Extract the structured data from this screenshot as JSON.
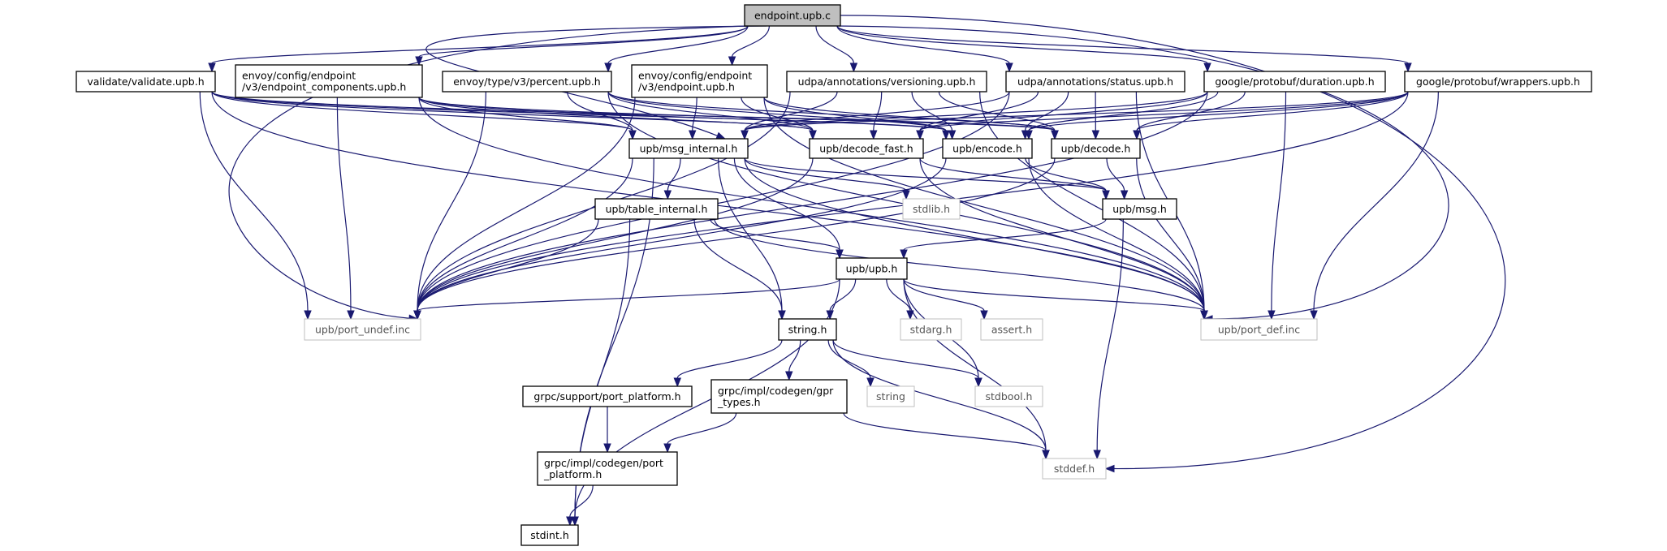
{
  "graph": {
    "edge_color": "#191970",
    "root_fill": "#bfbfbf",
    "external_border": "#bfbfbf",
    "nodes": [
      {
        "id": "root",
        "lines": [
          "endpoint.upb.c"
        ],
        "kind": "root"
      },
      {
        "id": "validate",
        "lines": [
          "validate/validate.upb.h"
        ],
        "kind": "file"
      },
      {
        "id": "components",
        "lines": [
          "envoy/config/endpoint",
          "/v3/endpoint_components.upb.h"
        ],
        "kind": "file"
      },
      {
        "id": "percent",
        "lines": [
          "envoy/type/v3/percent.upb.h"
        ],
        "kind": "file"
      },
      {
        "id": "endpointh",
        "lines": [
          "envoy/config/endpoint",
          "/v3/endpoint.upb.h"
        ],
        "kind": "file"
      },
      {
        "id": "versioning",
        "lines": [
          "udpa/annotations/versioning.upb.h"
        ],
        "kind": "file"
      },
      {
        "id": "status",
        "lines": [
          "udpa/annotations/status.upb.h"
        ],
        "kind": "file"
      },
      {
        "id": "duration",
        "lines": [
          "google/protobuf/duration.upb.h"
        ],
        "kind": "file"
      },
      {
        "id": "wrappers",
        "lines": [
          "google/protobuf/wrappers.upb.h"
        ],
        "kind": "file"
      },
      {
        "id": "msg_internal",
        "lines": [
          "upb/msg_internal.h"
        ],
        "kind": "file"
      },
      {
        "id": "decode_fast",
        "lines": [
          "upb/decode_fast.h"
        ],
        "kind": "file"
      },
      {
        "id": "encode",
        "lines": [
          "upb/encode.h"
        ],
        "kind": "file"
      },
      {
        "id": "decode",
        "lines": [
          "upb/decode.h"
        ],
        "kind": "file"
      },
      {
        "id": "table_internal",
        "lines": [
          "upb/table_internal.h"
        ],
        "kind": "file"
      },
      {
        "id": "stdlib",
        "lines": [
          "stdlib.h"
        ],
        "kind": "external"
      },
      {
        "id": "msg",
        "lines": [
          "upb/msg.h"
        ],
        "kind": "file"
      },
      {
        "id": "upb",
        "lines": [
          "upb/upb.h"
        ],
        "kind": "file"
      },
      {
        "id": "port_undef",
        "lines": [
          "upb/port_undef.inc"
        ],
        "kind": "external"
      },
      {
        "id": "string_h",
        "lines": [
          "string.h"
        ],
        "kind": "file"
      },
      {
        "id": "stdarg",
        "lines": [
          "stdarg.h"
        ],
        "kind": "external"
      },
      {
        "id": "assert",
        "lines": [
          "assert.h"
        ],
        "kind": "external"
      },
      {
        "id": "port_def",
        "lines": [
          "upb/port_def.inc"
        ],
        "kind": "external"
      },
      {
        "id": "support_pp",
        "lines": [
          "grpc/support/port_platform.h"
        ],
        "kind": "file"
      },
      {
        "id": "gpr_types",
        "lines": [
          "grpc/impl/codegen/gpr",
          "_types.h"
        ],
        "kind": "file"
      },
      {
        "id": "string",
        "lines": [
          "string"
        ],
        "kind": "external"
      },
      {
        "id": "stdbool",
        "lines": [
          "stdbool.h"
        ],
        "kind": "external"
      },
      {
        "id": "codegen_pp",
        "lines": [
          "grpc/impl/codegen/port",
          "_platform.h"
        ],
        "kind": "file"
      },
      {
        "id": "stddef",
        "lines": [
          "stddef.h"
        ],
        "kind": "external"
      },
      {
        "id": "stdint",
        "lines": [
          "stdint.h"
        ],
        "kind": "file"
      }
    ],
    "edges": [
      [
        "root",
        "validate"
      ],
      [
        "root",
        "components"
      ],
      [
        "root",
        "percent"
      ],
      [
        "root",
        "endpointh"
      ],
      [
        "root",
        "versioning"
      ],
      [
        "root",
        "status"
      ],
      [
        "root",
        "duration"
      ],
      [
        "root",
        "wrappers"
      ],
      [
        "root",
        "msg_internal"
      ],
      [
        "root",
        "port_undef"
      ],
      [
        "root",
        "port_def"
      ],
      [
        "root",
        "stddef"
      ],
      [
        "validate",
        "msg_internal"
      ],
      [
        "validate",
        "decode_fast"
      ],
      [
        "validate",
        "encode"
      ],
      [
        "validate",
        "decode"
      ],
      [
        "validate",
        "port_undef"
      ],
      [
        "validate",
        "port_def"
      ],
      [
        "components",
        "msg_internal"
      ],
      [
        "components",
        "decode_fast"
      ],
      [
        "components",
        "encode"
      ],
      [
        "components",
        "decode"
      ],
      [
        "components",
        "port_undef"
      ],
      [
        "components",
        "port_def"
      ],
      [
        "percent",
        "msg_internal"
      ],
      [
        "percent",
        "decode_fast"
      ],
      [
        "percent",
        "encode"
      ],
      [
        "percent",
        "decode"
      ],
      [
        "percent",
        "port_undef"
      ],
      [
        "percent",
        "port_def"
      ],
      [
        "endpointh",
        "msg_internal"
      ],
      [
        "endpointh",
        "decode_fast"
      ],
      [
        "endpointh",
        "encode"
      ],
      [
        "endpointh",
        "decode"
      ],
      [
        "endpointh",
        "port_undef"
      ],
      [
        "endpointh",
        "port_def"
      ],
      [
        "versioning",
        "msg_internal"
      ],
      [
        "versioning",
        "decode_fast"
      ],
      [
        "versioning",
        "encode"
      ],
      [
        "versioning",
        "decode"
      ],
      [
        "versioning",
        "port_undef"
      ],
      [
        "versioning",
        "port_def"
      ],
      [
        "status",
        "msg_internal"
      ],
      [
        "status",
        "decode_fast"
      ],
      [
        "status",
        "encode"
      ],
      [
        "status",
        "decode"
      ],
      [
        "status",
        "port_undef"
      ],
      [
        "status",
        "port_def"
      ],
      [
        "duration",
        "msg_internal"
      ],
      [
        "duration",
        "decode_fast"
      ],
      [
        "duration",
        "encode"
      ],
      [
        "duration",
        "decode"
      ],
      [
        "duration",
        "port_undef"
      ],
      [
        "duration",
        "port_def"
      ],
      [
        "wrappers",
        "msg_internal"
      ],
      [
        "wrappers",
        "decode_fast"
      ],
      [
        "wrappers",
        "encode"
      ],
      [
        "wrappers",
        "decode"
      ],
      [
        "wrappers",
        "port_undef"
      ],
      [
        "wrappers",
        "port_def"
      ],
      [
        "msg_internal",
        "table_internal"
      ],
      [
        "msg_internal",
        "stdlib"
      ],
      [
        "msg_internal",
        "string_h"
      ],
      [
        "msg_internal",
        "upb"
      ],
      [
        "msg_internal",
        "msg"
      ],
      [
        "msg_internal",
        "port_undef"
      ],
      [
        "msg_internal",
        "port_def"
      ],
      [
        "msg_internal",
        "stdint"
      ],
      [
        "decode_fast",
        "msg"
      ],
      [
        "decode_fast",
        "port_undef"
      ],
      [
        "decode_fast",
        "port_def"
      ],
      [
        "encode",
        "msg"
      ],
      [
        "encode",
        "port_undef"
      ],
      [
        "encode",
        "port_def"
      ],
      [
        "decode",
        "msg"
      ],
      [
        "decode",
        "port_undef"
      ],
      [
        "decode",
        "port_def"
      ],
      [
        "msg",
        "upb"
      ],
      [
        "msg",
        "stddef"
      ],
      [
        "table_internal",
        "upb"
      ],
      [
        "table_internal",
        "string_h"
      ],
      [
        "table_internal",
        "stdint"
      ],
      [
        "table_internal",
        "port_undef"
      ],
      [
        "table_internal",
        "port_def"
      ],
      [
        "upb",
        "port_undef"
      ],
      [
        "upb",
        "port_def"
      ],
      [
        "upb",
        "string_h"
      ],
      [
        "upb",
        "stdarg"
      ],
      [
        "upb",
        "assert"
      ],
      [
        "upb",
        "stdbool"
      ],
      [
        "upb",
        "stddef"
      ],
      [
        "upb",
        "stdint"
      ],
      [
        "string_h",
        "support_pp"
      ],
      [
        "string_h",
        "gpr_types"
      ],
      [
        "string_h",
        "string"
      ],
      [
        "string_h",
        "stdbool"
      ],
      [
        "string_h",
        "stddef"
      ],
      [
        "support_pp",
        "codegen_pp"
      ],
      [
        "gpr_types",
        "codegen_pp"
      ],
      [
        "gpr_types",
        "stddef"
      ],
      [
        "codegen_pp",
        "stdint"
      ]
    ]
  }
}
